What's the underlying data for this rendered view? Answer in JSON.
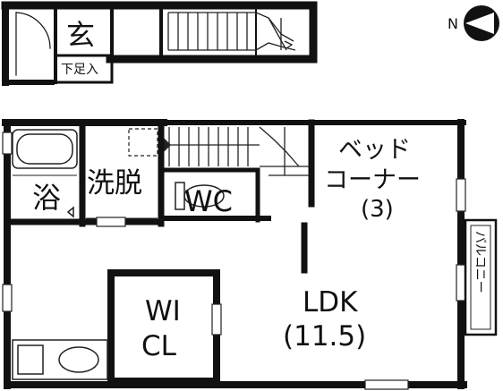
{
  "compass": {
    "label": "N"
  },
  "rooms": {
    "entrance": "玄",
    "shoe_storage": "下足入",
    "bath": "浴",
    "washroom": "洗脱",
    "toilet": "WC",
    "bed_corner_line1": "ベッド",
    "bed_corner_line2": "コーナー",
    "bed_corner_size": "(3)",
    "balcony": "バルコニー",
    "ldk_name": "LDK",
    "ldk_size": "(11.5)",
    "closet_line1": "WI",
    "closet_line2": "CL"
  },
  "colors": {
    "wall": "#111111",
    "line": "#222222",
    "background": "#ffffff"
  }
}
